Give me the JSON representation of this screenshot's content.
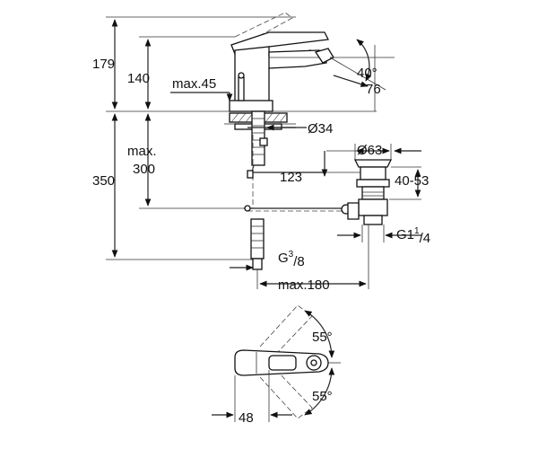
{
  "dimensions": {
    "d179": "179",
    "d140": "140",
    "max45": "max.45",
    "angle40": "40°",
    "d76": "76",
    "dia34": "Ø34",
    "max": "max.",
    "d300": "300",
    "dia63": "Ø63",
    "d123": "123",
    "d350": "350",
    "d4053": "40-53",
    "g114_main": "G1",
    "g114_sup": "1",
    "g114_sub": "/4",
    "g38_main": "G",
    "g38_sup": "3",
    "g38_sub": "/8",
    "max180": "max.180",
    "angle55_top": "55°",
    "angle55_bottom": "55°",
    "d48": "48"
  }
}
